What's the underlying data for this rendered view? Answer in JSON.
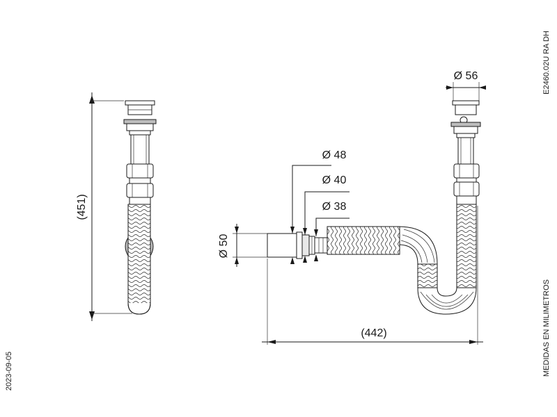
{
  "drawing": {
    "code": "E2460.02U RA DH",
    "date": "2023-09-05",
    "units_note": "MEDIDAS EN MILIMETROS"
  },
  "dimensions": {
    "height": "(451)",
    "length": "(442)",
    "d56": "Ø 56",
    "d48": "Ø 48",
    "d40": "Ø 40",
    "d38": "Ø 38",
    "d50": "Ø 50"
  }
}
